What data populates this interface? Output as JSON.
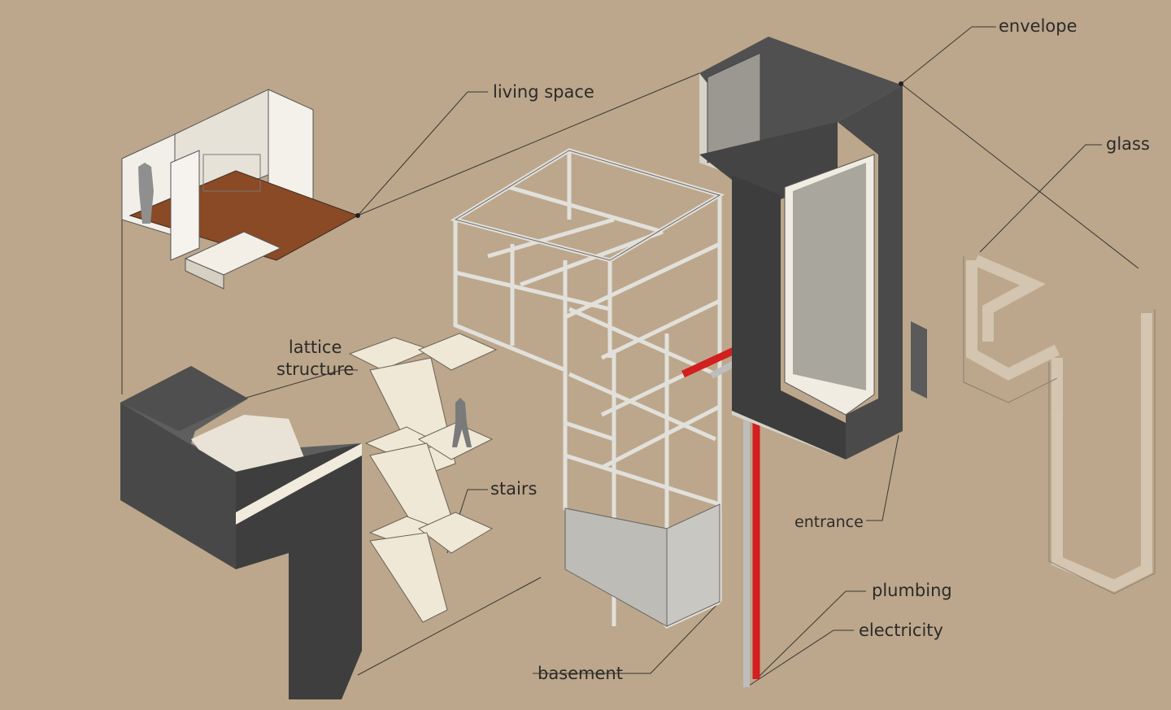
{
  "labels": {
    "envelope": "envelope",
    "living_space": "living space",
    "glass": "glass",
    "lattice_line1": "lattice",
    "lattice_line2": "structure",
    "stairs": "stairs",
    "entrance": "entrance",
    "plumbing": "plumbing",
    "electricity": "electricity",
    "basement": "basement"
  },
  "colors": {
    "background": "#bca78c",
    "concrete_dark": "#4a4a4a",
    "concrete_mid": "#5e5e5e",
    "concrete_light": "#e8e3d6",
    "plumbing_pipe": "#d21f1f",
    "electricity_pipe": "#b8b8b8",
    "floor_wood": "#8a4a25",
    "glass_outline": "#d8cbb6"
  },
  "icons": [
    "human-figure",
    "leader-dot"
  ]
}
